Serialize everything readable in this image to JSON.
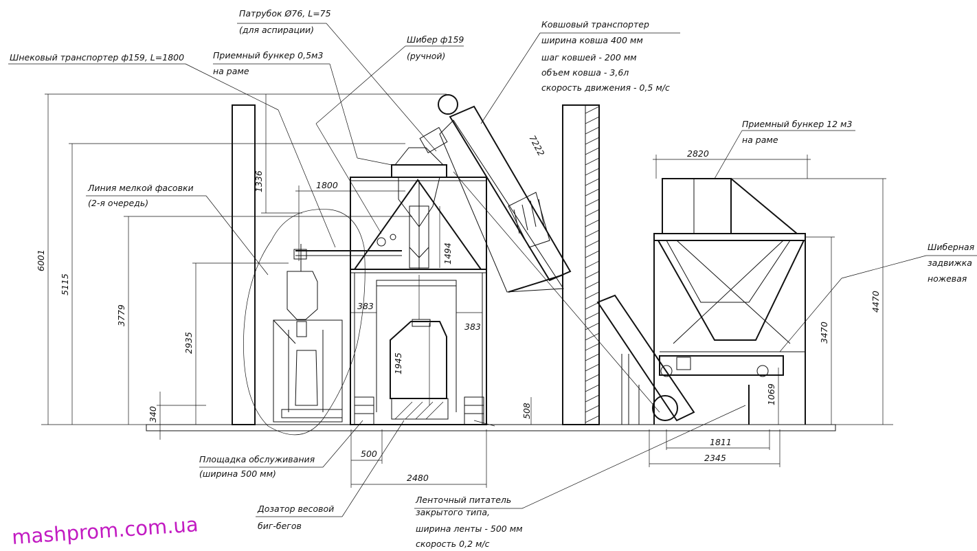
{
  "labels": {
    "nozzle": "Патрубок Ø76, L=75",
    "nozzle_sub": "(для аспирации)",
    "bucket_conveyor": "Ковшовый транспортер",
    "bucket_width": "ширина ковша 400 мм",
    "bucket_pitch": "шаг ковшей - 200 мм",
    "bucket_volume": "объем ковша - 3,6л",
    "bucket_speed": "скорость движения - 0,5 м/с",
    "screw_conveyor": "Шнековый транспортер ф159, L=1800",
    "hopper_small": "Приемный бункер 0,5м3",
    "hopper_small_sub": "на раме",
    "gate_valve": "Шибер ф159",
    "gate_valve_sub": "(ручной)",
    "hopper_big": "Приемный бункер 12 м3",
    "hopper_big_sub": "на раме",
    "packing_line": "Линия мелкой фасовки",
    "packing_line_sub": "(2-я очередь)",
    "knife_gate_1": "Шиберная",
    "knife_gate_2": "задвижка",
    "knife_gate_3": "ножевая",
    "platform": "Площадка обслуживания",
    "platform_sub": "(ширина 500 мм)",
    "doser": "Дозатор весовой",
    "doser_sub": "биг-бегов",
    "belt_feeder": "Ленточный питатель",
    "belt_feeder_2": "закрытого типа,",
    "belt_feeder_3": "ширина ленты - 500 мм",
    "belt_feeder_4": "скорость 0,2 м/с"
  },
  "dimensions": {
    "d6001": "6001",
    "d5115": "5115",
    "d3779": "3779",
    "d2935": "2935",
    "d340": "340",
    "d1336": "1336",
    "d1800": "1800",
    "d1494": "1494",
    "d383a": "383",
    "d383b": "383",
    "d1945": "1945",
    "d508": "508",
    "d500": "500",
    "d2480": "2480",
    "d7222": "7222",
    "d2820": "2820",
    "d4470": "4470",
    "d3470": "3470",
    "d1069": "1069",
    "d1811": "1811",
    "d2345": "2345"
  },
  "watermark": "mashprom.com.ua",
  "colors": {
    "ink": "#111111",
    "watermark": "#c21bc2"
  }
}
